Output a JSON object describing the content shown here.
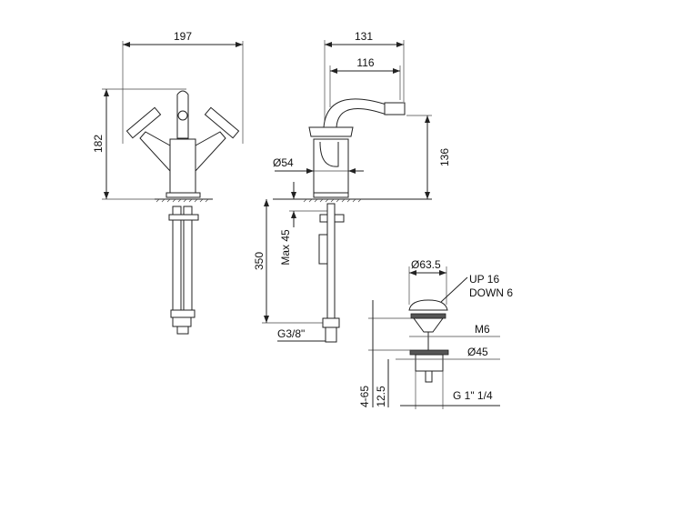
{
  "drawing": {
    "front_view": {
      "width": "197",
      "height": "182"
    },
    "side_view": {
      "projection": "131",
      "spout_reach": "116",
      "spout_height": "136",
      "base_diameter": "Ø54",
      "max_deck": "Max 45",
      "hose_length": "350",
      "connection": "G3/8\""
    },
    "waste": {
      "cap_diameter": "Ø63.5",
      "stroke_up": "UP 16",
      "stroke_down": "DOWN 6",
      "rod": "M6",
      "flange_diameter": "Ø45",
      "thread": "G 1\" 1/4",
      "range": "4-65",
      "min_height": "12.5"
    }
  }
}
